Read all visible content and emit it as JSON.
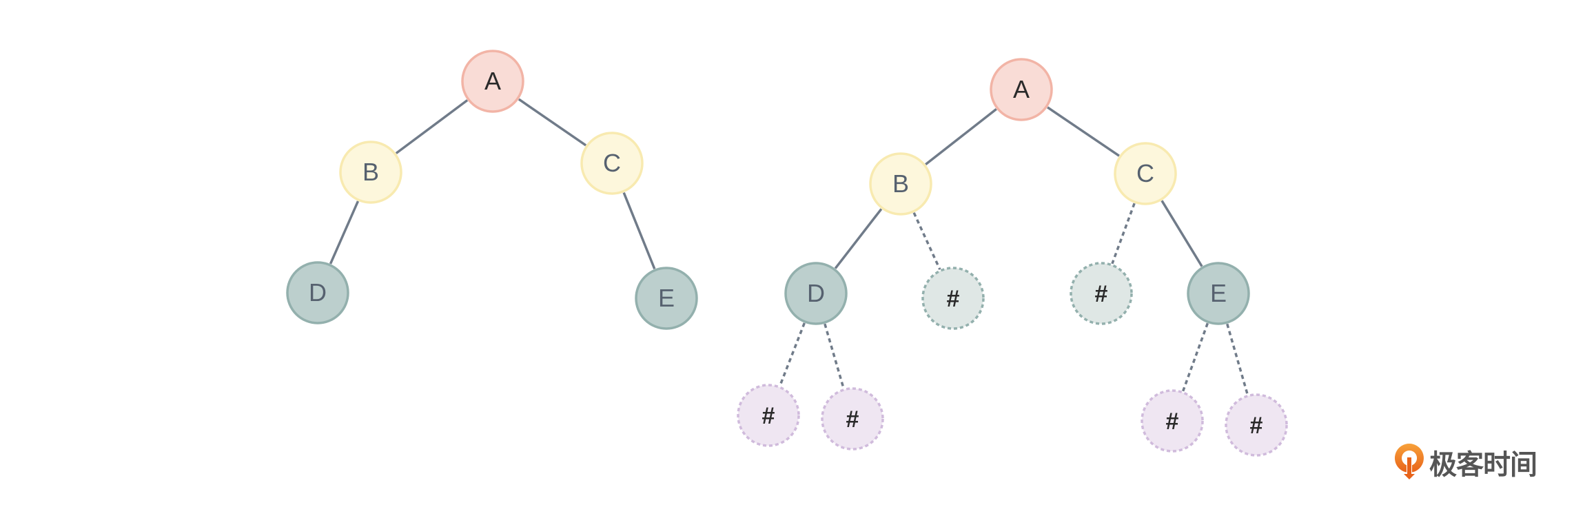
{
  "diagram": {
    "style": {
      "edge_color": "#707b89",
      "text_dark": "#2a2a2a",
      "text_slate": "#56616f",
      "root_fill": "#f9dcd6",
      "root_stroke": "#f2b4a6",
      "mid_fill": "#fdf7dc",
      "mid_stroke": "#f8eab0",
      "leaf_fill": "#bccfcd",
      "leaf_stroke": "#93b0ad",
      "null_mid_fill": "#dfe7e5",
      "null_mid_stroke": "#93b0ad",
      "null_leaf_fill": "#efe6f2",
      "null_leaf_stroke": "#d0bbdc"
    },
    "trees": [
      {
        "name": "original-tree",
        "nodes": [
          {
            "id": "A",
            "label": "A",
            "kind": "root"
          },
          {
            "id": "B",
            "label": "B",
            "kind": "mid"
          },
          {
            "id": "C",
            "label": "C",
            "kind": "mid"
          },
          {
            "id": "D",
            "label": "D",
            "kind": "leaf"
          },
          {
            "id": "E",
            "label": "E",
            "kind": "leaf"
          }
        ],
        "edges": [
          {
            "from": "A",
            "to": "B",
            "dashed": false
          },
          {
            "from": "A",
            "to": "C",
            "dashed": false
          },
          {
            "from": "B",
            "to": "D",
            "dashed": false
          },
          {
            "from": "C",
            "to": "E",
            "dashed": false
          }
        ]
      },
      {
        "name": "extended-tree",
        "nodes": [
          {
            "id": "A",
            "label": "A",
            "kind": "root"
          },
          {
            "id": "B",
            "label": "B",
            "kind": "mid"
          },
          {
            "id": "C",
            "label": "C",
            "kind": "mid"
          },
          {
            "id": "D",
            "label": "D",
            "kind": "leaf"
          },
          {
            "id": "Bn",
            "label": "#",
            "kind": "null_mid"
          },
          {
            "id": "Cn",
            "label": "#",
            "kind": "null_mid"
          },
          {
            "id": "E",
            "label": "E",
            "kind": "leaf"
          },
          {
            "id": "DLn",
            "label": "#",
            "kind": "null_leaf"
          },
          {
            "id": "DRn",
            "label": "#",
            "kind": "null_leaf"
          },
          {
            "id": "ELn",
            "label": "#",
            "kind": "null_leaf"
          },
          {
            "id": "ERn",
            "label": "#",
            "kind": "null_leaf"
          }
        ],
        "edges": [
          {
            "from": "A",
            "to": "B",
            "dashed": false
          },
          {
            "from": "A",
            "to": "C",
            "dashed": false
          },
          {
            "from": "B",
            "to": "D",
            "dashed": false
          },
          {
            "from": "B",
            "to": "Bn",
            "dashed": true
          },
          {
            "from": "C",
            "to": "Cn",
            "dashed": true
          },
          {
            "from": "C",
            "to": "E",
            "dashed": false
          },
          {
            "from": "D",
            "to": "DLn",
            "dashed": true
          },
          {
            "from": "D",
            "to": "DRn",
            "dashed": true
          },
          {
            "from": "E",
            "to": "ELn",
            "dashed": true
          },
          {
            "from": "E",
            "to": "ERn",
            "dashed": true
          }
        ]
      }
    ]
  },
  "logo": {
    "text": "极客时间",
    "brand_color": "#f07f22"
  }
}
